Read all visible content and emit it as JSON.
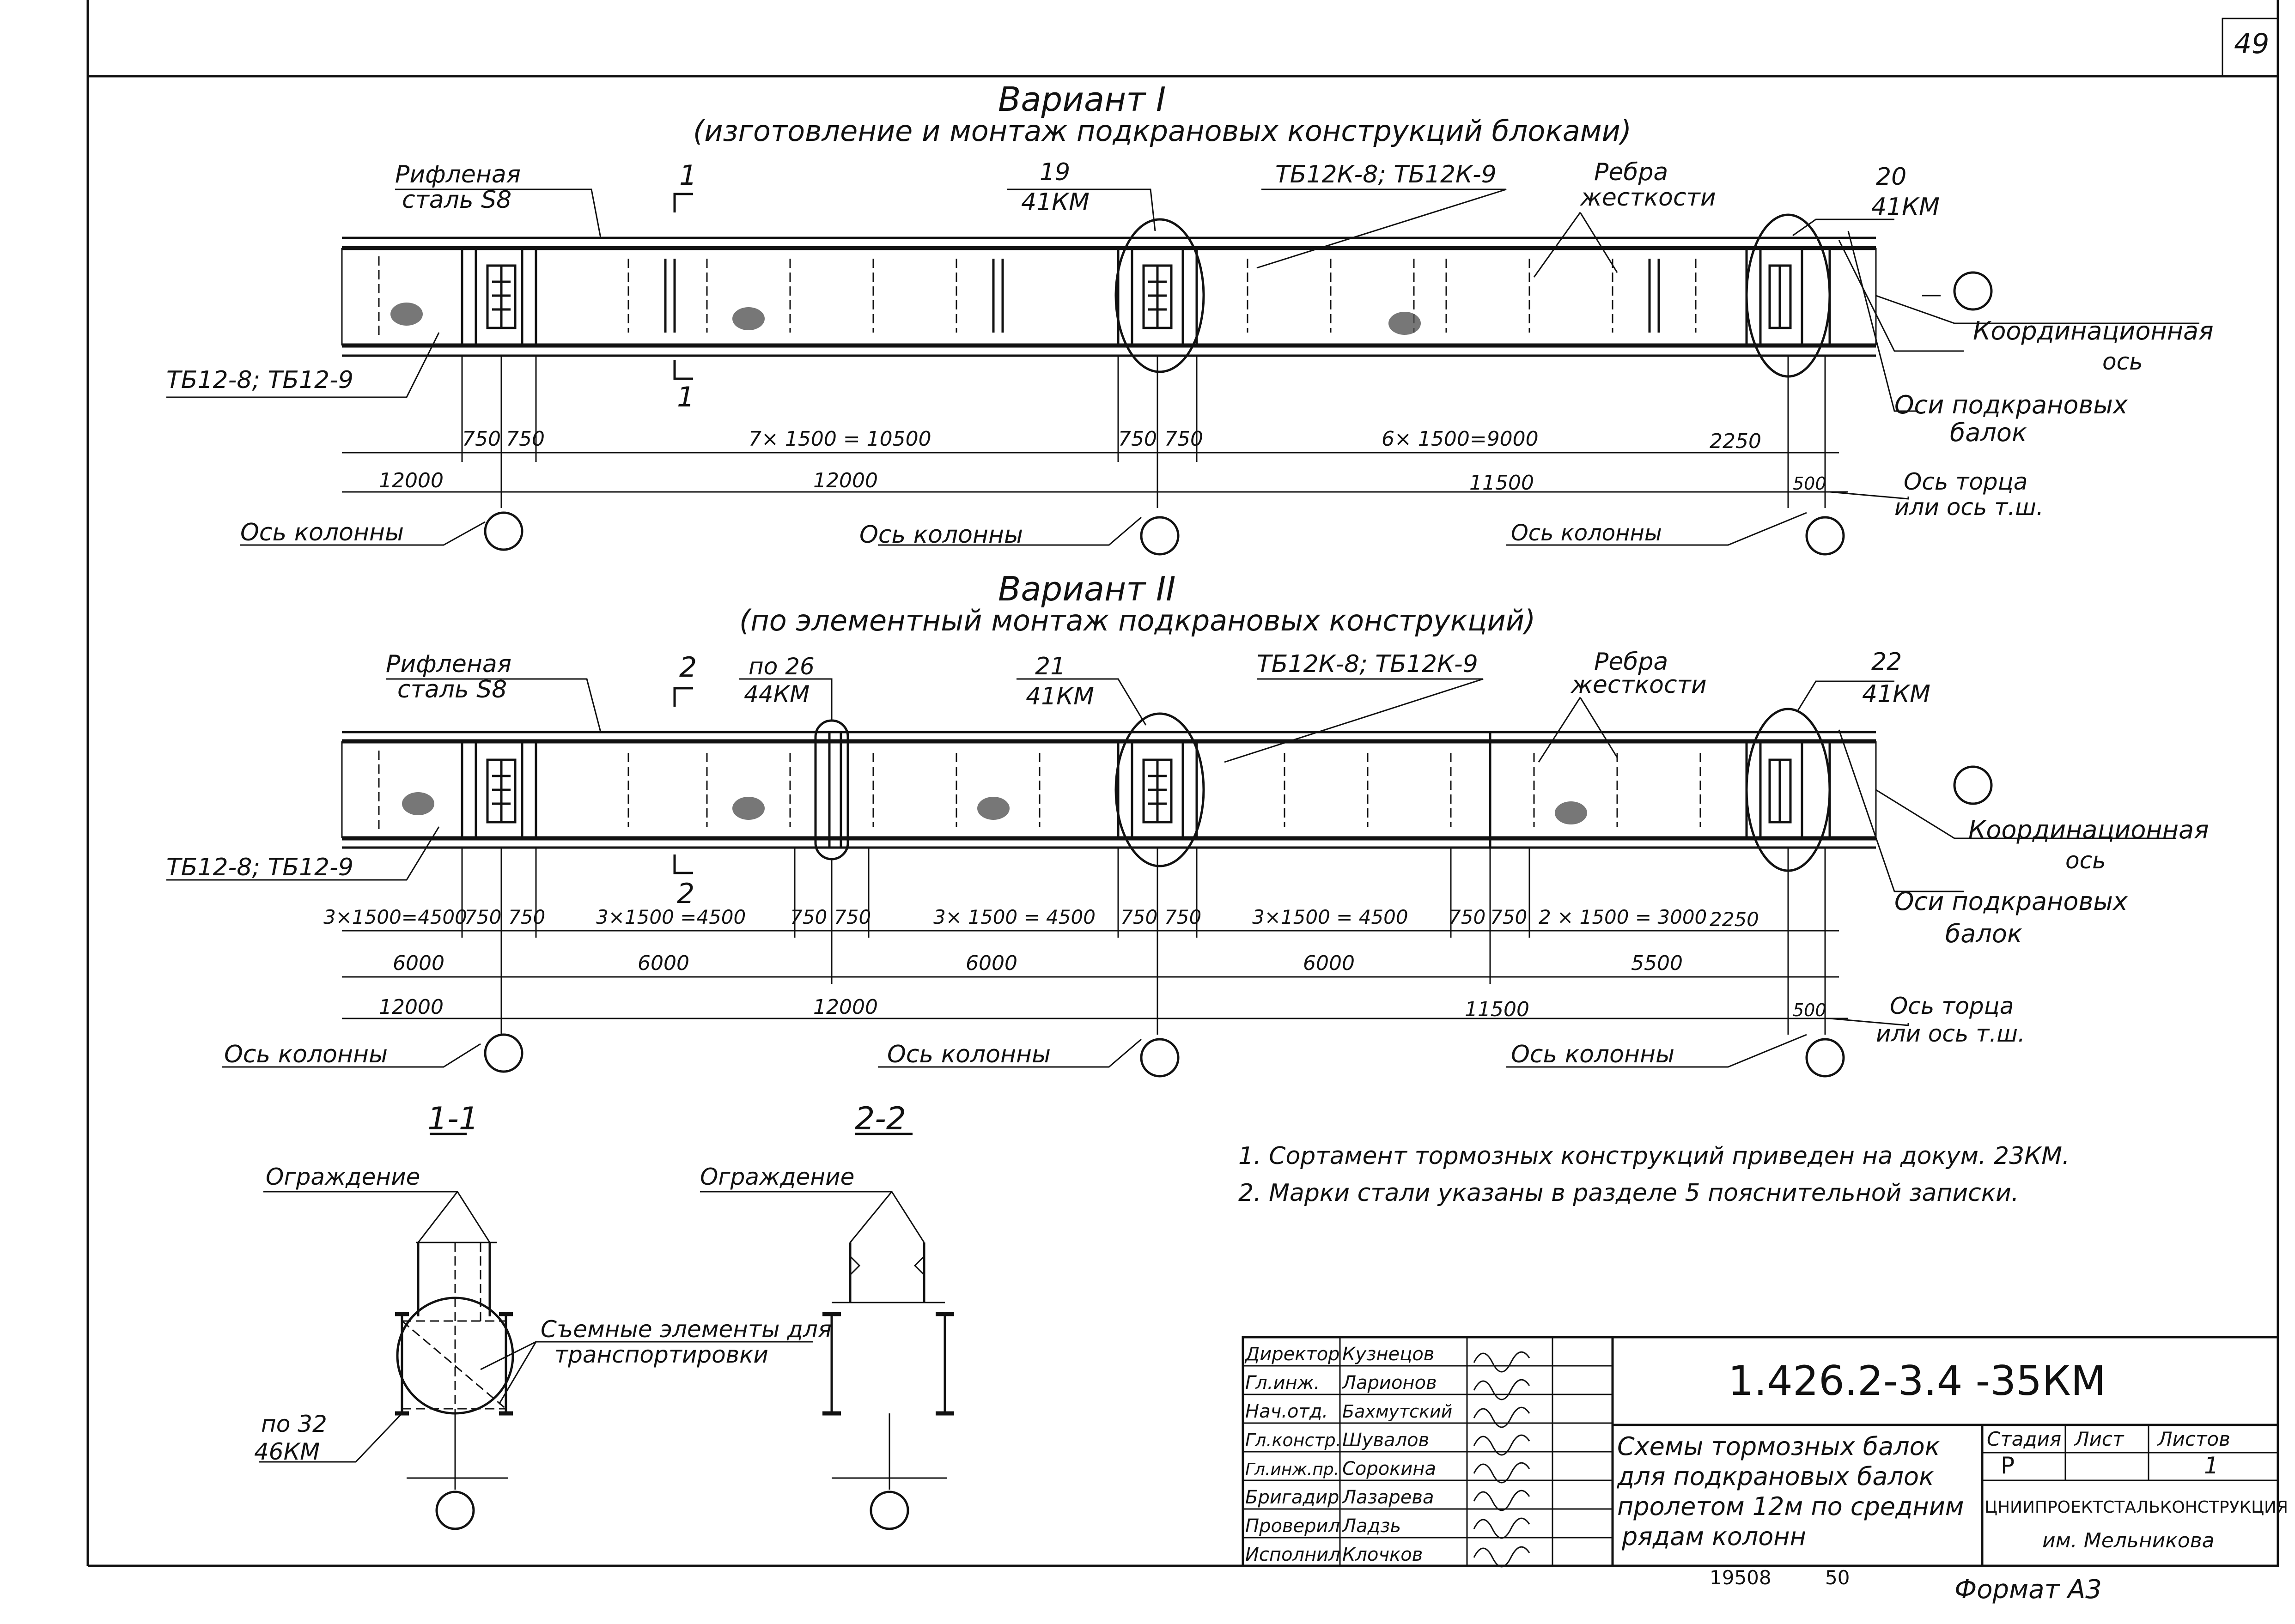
{
  "sheet_number": "49",
  "variant1": {
    "title": "Вариант I",
    "subtitle": "(изготовление   и монтаж  подкрановых  конструкций  блоками)",
    "section_mark_top": "1",
    "section_mark_bottom": "1",
    "label_steel": [
      "Рифленая",
      "сталь S8"
    ],
    "label_mark19": [
      "19",
      "41КМ"
    ],
    "label_tb12k": "ТБ12К-8; ТБ12К-9",
    "label_ribs": [
      "Ребра",
      "жесткости"
    ],
    "label_mark20": [
      "20",
      "41КМ"
    ],
    "label_coord_axis": [
      "Координационная",
      "ось"
    ],
    "label_beam_axes": [
      "Оси  подкрановых",
      "балок"
    ],
    "label_tb12": "ТБ12-8; ТБ12-9",
    "dims_row1": [
      "750",
      "750",
      "7× 1500 = 10500",
      "750",
      "750",
      "6× 1500=9000",
      "2250"
    ],
    "dims_row2": [
      "12000",
      "12000",
      "11500",
      "500"
    ],
    "label_column_axis": [
      "Ось  колонны",
      "Ось   колонны",
      "Ось   колонны"
    ],
    "label_end_axis": [
      "Ось торца",
      "или ось т.ш."
    ]
  },
  "variant2": {
    "title": "Вариант II",
    "subtitle": "(по   элементный   монтаж  подкрановых конструкций)",
    "section_mark_top": "2",
    "section_mark_bottom": "2",
    "label_steel": [
      "Рифленая",
      "сталь S8"
    ],
    "label_mark26": [
      "по 26",
      "44КМ"
    ],
    "label_mark21": [
      "21",
      "41КМ"
    ],
    "label_tb12k": "ТБ12К-8; ТБ12К-9",
    "label_ribs": [
      "Ребра",
      "жесткости"
    ],
    "label_mark22": [
      "22",
      "41КМ"
    ],
    "label_coord_axis": [
      "Координационная",
      "ось"
    ],
    "label_beam_axes": [
      "Оси  подкрановых",
      "балок"
    ],
    "label_tb12": "ТБ12-8; ТБ12-9",
    "dims_row1": [
      "3×1500=4500",
      "750",
      "750",
      "3×1500 =4500",
      "750",
      "750",
      "3× 1500 = 4500",
      "750",
      "750",
      "3×1500 = 4500",
      "750",
      "750",
      "2 × 1500 = 3000",
      "2250"
    ],
    "dims_row2": [
      "6000",
      "6000",
      "6000",
      "6000",
      "5500"
    ],
    "dims_row3": [
      "12000",
      "12000",
      "11500",
      "500"
    ],
    "label_column_axis": [
      "Ось  колонны",
      "Ось   колонны",
      "Ось   колонны"
    ],
    "label_end_axis": [
      "Ось торца",
      "или ось  т.ш."
    ]
  },
  "section11": {
    "title": "1-1",
    "label_fence": "Ограждение",
    "label_removable": [
      "Съемные элементы для",
      "транспортировки"
    ],
    "label_mark32": [
      "по 32",
      "46КМ"
    ]
  },
  "section22": {
    "title": "2-2",
    "label_fence": "Ограждение"
  },
  "notes": [
    "1.  Сортамент  тормозных  конструкций  приведен  на  докум. 23КМ.",
    "2.  Марки   стали  указаны   в разделе  5  пояснительной  записки."
  ],
  "title_block": {
    "signers": [
      {
        "role": "Директор",
        "name": "Кузнецов"
      },
      {
        "role": "Гл.инж.",
        "name": "Ларионов"
      },
      {
        "role": "Нач.отд.",
        "name": "Бахмутский"
      },
      {
        "role": "Гл.констр.",
        "name": "Шувалов"
      },
      {
        "role": "Гл.инж.пр.",
        "name": "Сорокина"
      },
      {
        "role": "Бригадир",
        "name": "Лазарева"
      },
      {
        "role": "Проверил",
        "name": "Ладзь"
      },
      {
        "role": "Исполнил",
        "name": "Клочков"
      }
    ],
    "doc_code": "1.426.2-3.4 -35КМ",
    "description": [
      "Схемы тормозных балок",
      "для подкрановых балок",
      "пролетом 12м по средним",
      "рядам  колонн"
    ],
    "stage_header": "Стадия",
    "sheet_header": "Лист",
    "sheets_header": "Листов",
    "stage_value": "Р",
    "sheets_value": "1",
    "org": "ЦНИИПРОЕКТСТАЛЬКОНСТРУКЦИЯ",
    "org_sub": "им. Мельникова",
    "footer_numbers": [
      "19508",
      "50"
    ],
    "format": "Формат А3"
  }
}
